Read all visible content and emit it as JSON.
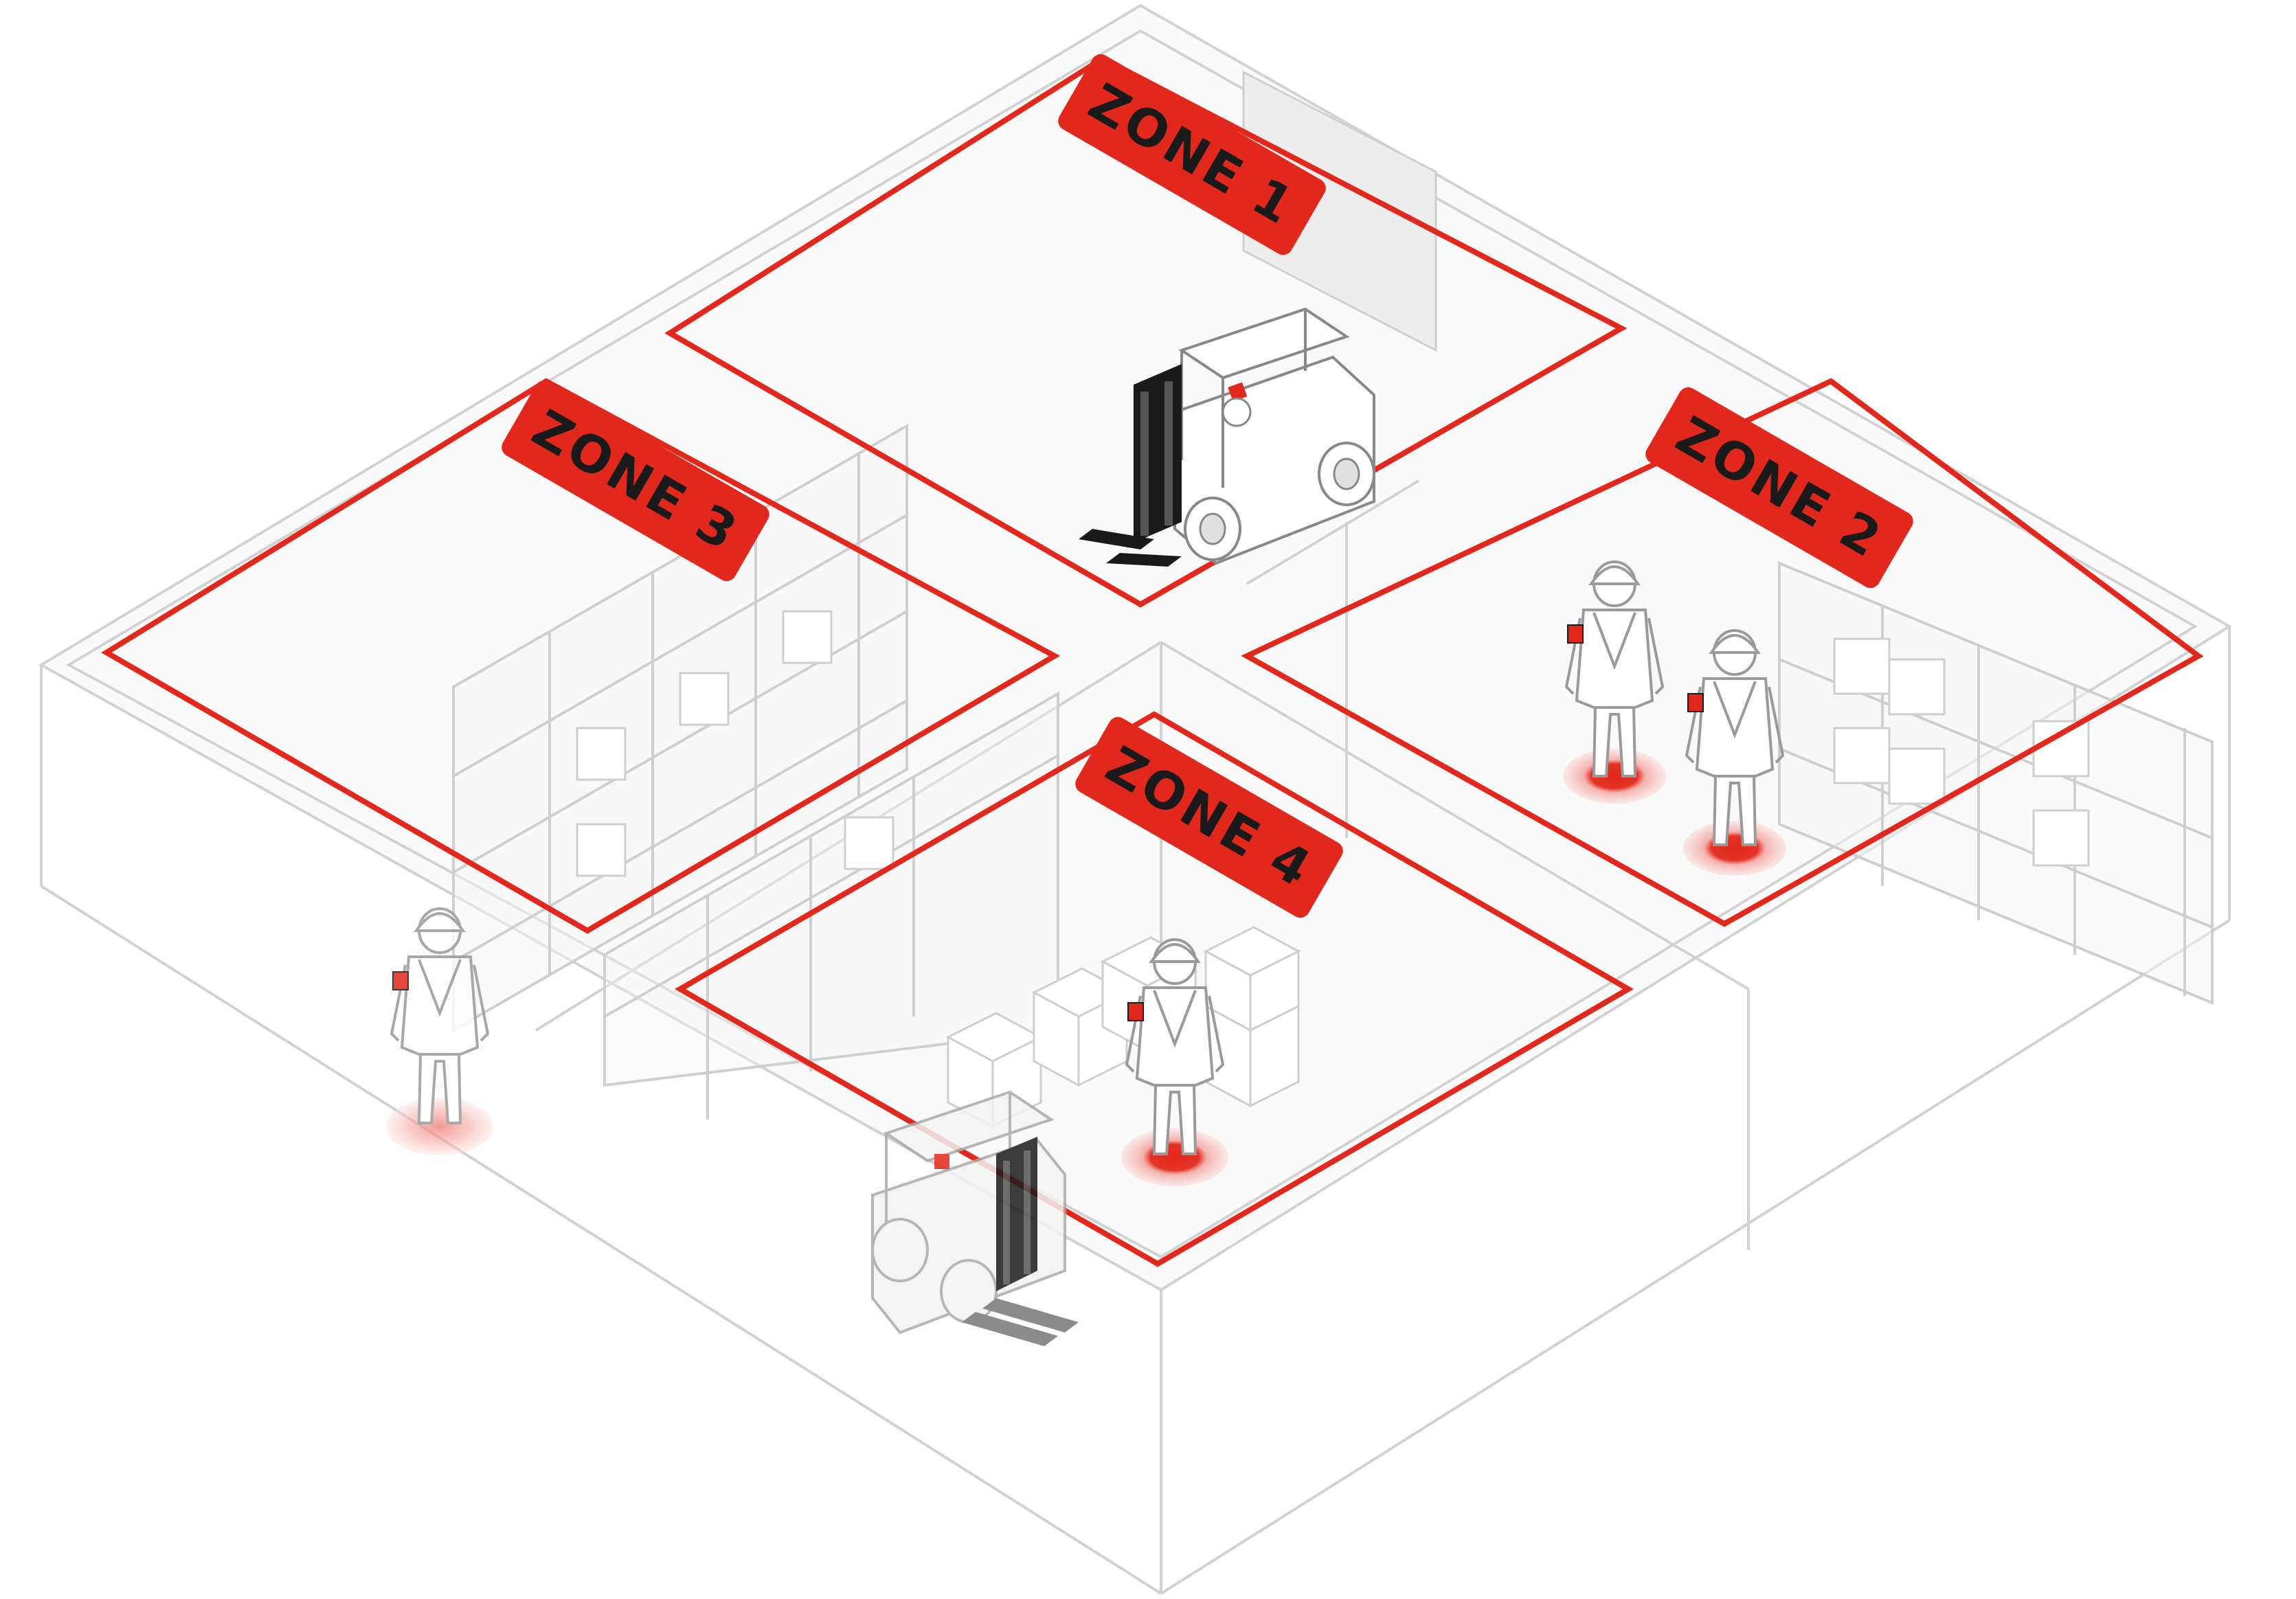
{
  "colors": {
    "accent": "#e2281c",
    "zone_label_bg": "#e2281c",
    "zone_label_text": "#1a1a1a",
    "wall_line": "#d2d2d2",
    "floor": "#f7f7f7",
    "worker_tag": "#e2281c",
    "forklift_mast": "#1a1a1a"
  },
  "zones": [
    {
      "id": "zone-1",
      "label": "ZONE 1"
    },
    {
      "id": "zone-2",
      "label": "ZONE 2"
    },
    {
      "id": "zone-3",
      "label": "ZONE 3"
    },
    {
      "id": "zone-4",
      "label": "ZONE 4"
    }
  ],
  "icons": {
    "worker": "worker-icon",
    "forklift": "forklift-icon",
    "tag_ring": "location-tag-icon",
    "shelving": "shelving-rack-icon",
    "box": "box-icon"
  }
}
